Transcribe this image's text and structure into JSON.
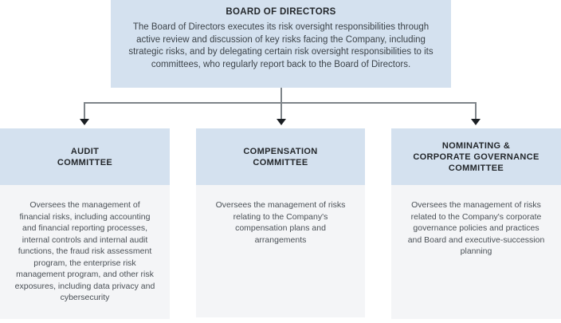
{
  "board": {
    "title": "BOARD OF DIRECTORS",
    "description": "The Board of Directors executes its risk oversight responsibilities through active review and discussion of key risks facing the Company, including strategic risks, and by delegating certain risk oversight responsibilities to its committees, who regularly report back to the Board of Directors."
  },
  "committees": [
    {
      "title": "AUDIT\nCOMMITTEE",
      "description": "Oversees the management of financial risks, including accounting and financial reporting processes, internal controls and internal audit functions, the fraud risk assessment program, the enterprise risk management program, and other risk exposures, including data privacy and cybersecurity"
    },
    {
      "title": "COMPENSATION\nCOMMITTEE",
      "description": "Oversees the management of risks relating to the Company's compensation plans and arrangements"
    },
    {
      "title": "NOMINATING &\nCORPORATE GOVERNANCE\nCOMMITTEE",
      "description": "Oversees the management of risks related to the Company's corporate governance policies and practices and Board and executive-succession planning"
    }
  ],
  "colors": {
    "box_blue": "#d4e1ef",
    "panel_gray": "#f4f5f7",
    "connector": "#7e8489",
    "arrow": "#1b1f23",
    "title_text": "#23272b",
    "body_text": "#4a5056"
  }
}
